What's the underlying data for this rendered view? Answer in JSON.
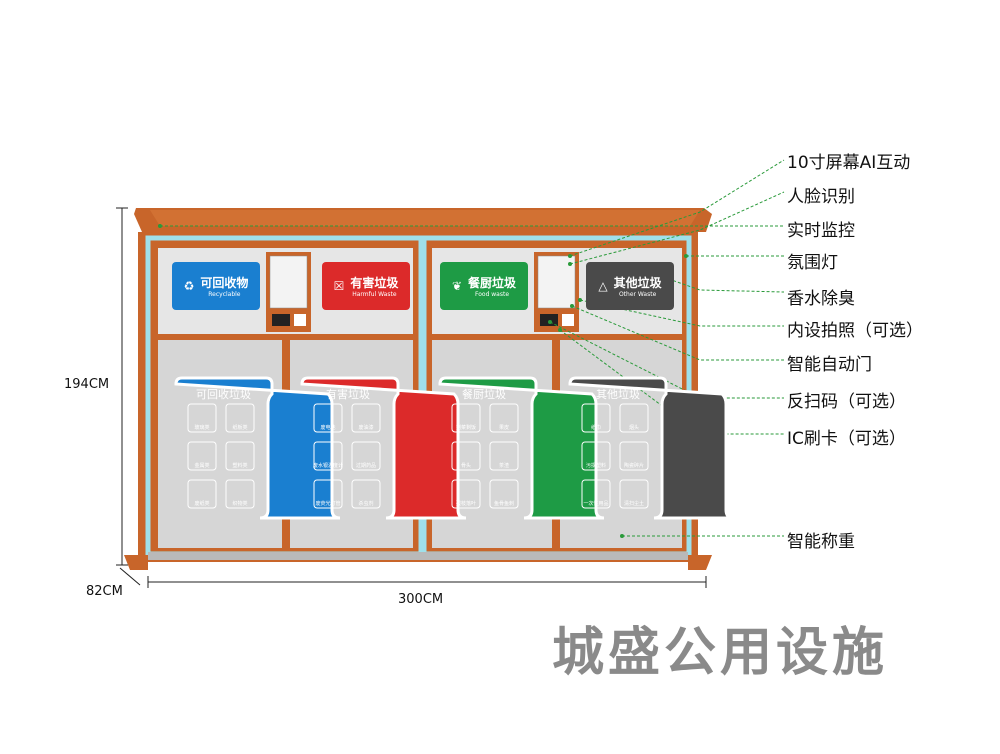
{
  "callouts": [
    {
      "text": "10寸屏幕AI互动"
    },
    {
      "text": "人脸识别"
    },
    {
      "text": "实时监控"
    },
    {
      "text": "氛围灯"
    },
    {
      "text": "香水除臭"
    },
    {
      "text": "内设拍照（可选）"
    },
    {
      "text": "智能自动门"
    },
    {
      "text": "反扫码（可选）"
    },
    {
      "text": "IC刷卡（可选）"
    },
    {
      "text": "智能称重"
    }
  ],
  "dimensions": {
    "height": "194CM",
    "depth": "82CM",
    "width": "300CM"
  },
  "brand": "城盛公用设施",
  "bins": [
    {
      "sign": "可回收物",
      "sign_en": "Recyclable",
      "panel": "可回收垃圾",
      "color": "#1a7fd0",
      "items": [
        "玻璃类",
        "纸板类",
        "金属类",
        "塑料类",
        "废纸类",
        "织物类"
      ]
    },
    {
      "sign": "有害垃圾",
      "sign_en": "Harmful Waste",
      "panel": "有害垃圾",
      "color": "#dc2a2a",
      "items": [
        "废电池",
        "废油漆",
        "废水银温度计",
        "过期药品",
        "废荧光灯管",
        "杀虫剂"
      ]
    },
    {
      "sign": "餐厨垃圾",
      "sign_en": "Food waste",
      "panel": "餐厨垃圾",
      "color": "#1e9b45",
      "items": [
        "剩菜剩饭",
        "果皮",
        "骨头",
        "茶渣",
        "残枝落叶",
        "鱼骨鱼刺"
      ]
    },
    {
      "sign": "其他垃圾",
      "sign_en": "Other Waste",
      "panel": "其他垃圾",
      "color": "#4a4a4a",
      "items": [
        "纸巾",
        "烟头",
        "污损塑料",
        "陶瓷碎片",
        "一次性用品",
        "清扫尘土"
      ]
    }
  ],
  "colors": {
    "frame": "#c8652a",
    "door": "#d6d6d6",
    "glow": "#9fe0ea",
    "leader": "#2a9a3a"
  }
}
